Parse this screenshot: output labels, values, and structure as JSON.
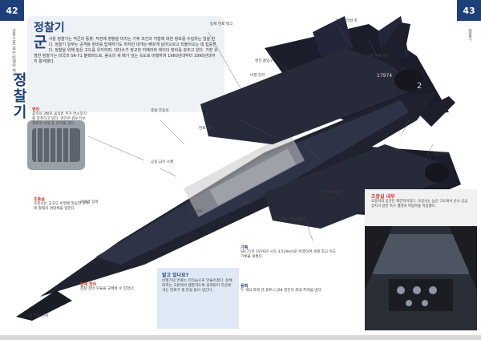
{
  "page": {
    "left_number": "42",
    "right_number": "43",
    "side_left": "공학으로 보는 비행의 역사",
    "side_right": "정찰기"
  },
  "intro": {
    "title": "정찰기",
    "dropcap": "군",
    "body": "사용 정찰기는 적군의 동향, 작전에 영향을 미치는 기후 조건과 지형에 대한 정보를 수집하는 일을 한다. 정찰기 일부는 공격용 장비를 탑재하기도 하지만 대개는 빠르게 날아오르고 되돌아오는 데 집중한다. 정찰을 위해 높은 고도를 유지하며, 대다수가 정교한 카메라와 레이더 장비를 갖추고 있다. 가장 유명한 정찰기는 미국의 SR-71 블랙버드로, 음속의 세 배가 넘는 속도로 비행하며 1960년대부터 1990년대까지 활약했다."
  },
  "side_title": "정찰기",
  "callouts": [
    {
      "title": "엔진",
      "text": "음속의 3배로 움직일 추가 연소장치를 장착하고 있다. 엔진은 J58 터보제트로 비행 중 양력을 낸다."
    },
    {
      "title": "조종실",
      "text": "조종사는 고고도 비행에 필요한 우주복 형태의 여압복을 입었다."
    },
    {
      "title": "",
      "text": "코 부분 센서"
    },
    {
      "title": "",
      "text": "카메라 장비"
    },
    {
      "title": "",
      "text": "공중 급유 소켓"
    },
    {
      "title": "",
      "text": "후방 조종석"
    },
    {
      "title": "",
      "text": "동체 연료 탱크"
    },
    {
      "title": "",
      "text": "연료 탱크"
    },
    {
      "title": "",
      "text": "랜딩 기어"
    },
    {
      "title": "",
      "text": "수직 꼬리날개"
    },
    {
      "title": "",
      "text": "엔진 흡입구"
    },
    {
      "title": "",
      "text": "날개 연료 탱크"
    },
    {
      "title": "",
      "text": "비행 장치"
    },
    {
      "title": "",
      "text": "바깥 날개"
    },
    {
      "title": "",
      "text": "주 착륙 장치"
    },
    {
      "title": "",
      "text": "레이더"
    },
    {
      "title": "",
      "text": "착륙 기어 격납"
    }
  ],
  "info_box": {
    "title": "알고 있나요?",
    "body": "비행기의 연료는 티타늄으로 만들어졌다. 동체 외피는 고온에서 팽창하도록 설계되어 지상에서는 연료가 샐 만큼 틈이 생긴다."
  },
  "cockpit": {
    "title": "조종실 내부",
    "body": "조종석의 공간은 제한적이었다. 조종사는 높은 고도에서 산소 공급 장치가 달린 특수 헬멧과 여압복을 착용했다."
  },
  "bottom_callouts": [
    {
      "title": "기록",
      "text": "SR-71은 1976년 시속 3,529km로 비행하여 세계 최고 속도 기록을 세웠다."
    },
    {
      "title": "동력",
      "text": "두 개의 프랫 앤 휘트니 J58 엔진이 최대 추력을 낸다."
    },
    {
      "title": "탑재 장비",
      "text": "정찰 장비 모듈을 교체할 수 있었다."
    }
  ]
}
